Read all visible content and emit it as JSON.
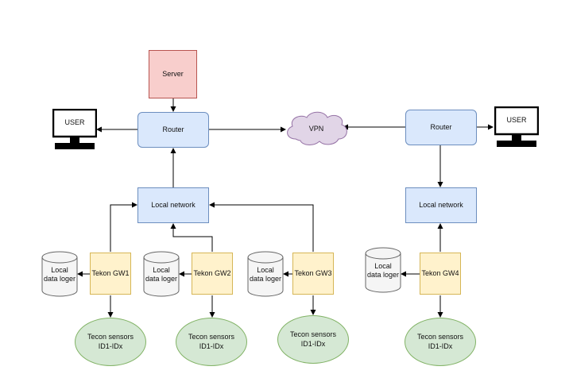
{
  "server": "Server",
  "router_left": "Router",
  "router_right": "Router",
  "vpn": "VPN",
  "user_left": "USER",
  "user_right": "USER",
  "lan_left": "Local network",
  "lan_right": "Local network",
  "gateways": [
    "Tekon GW1",
    "Tekon GW2",
    "Tekon GW3",
    "Tekon GW4"
  ],
  "storage_label": "Local\ndata loger",
  "sensor_label": "Tecon sensors\nID1-IDx",
  "colors": {
    "server_fill": "#f8cecc",
    "network_fill": "#dae8fc",
    "gateway_fill": "#fff2cc",
    "sensor_fill": "#d5e8d4",
    "vpn_fill": "#e1d5e7"
  }
}
